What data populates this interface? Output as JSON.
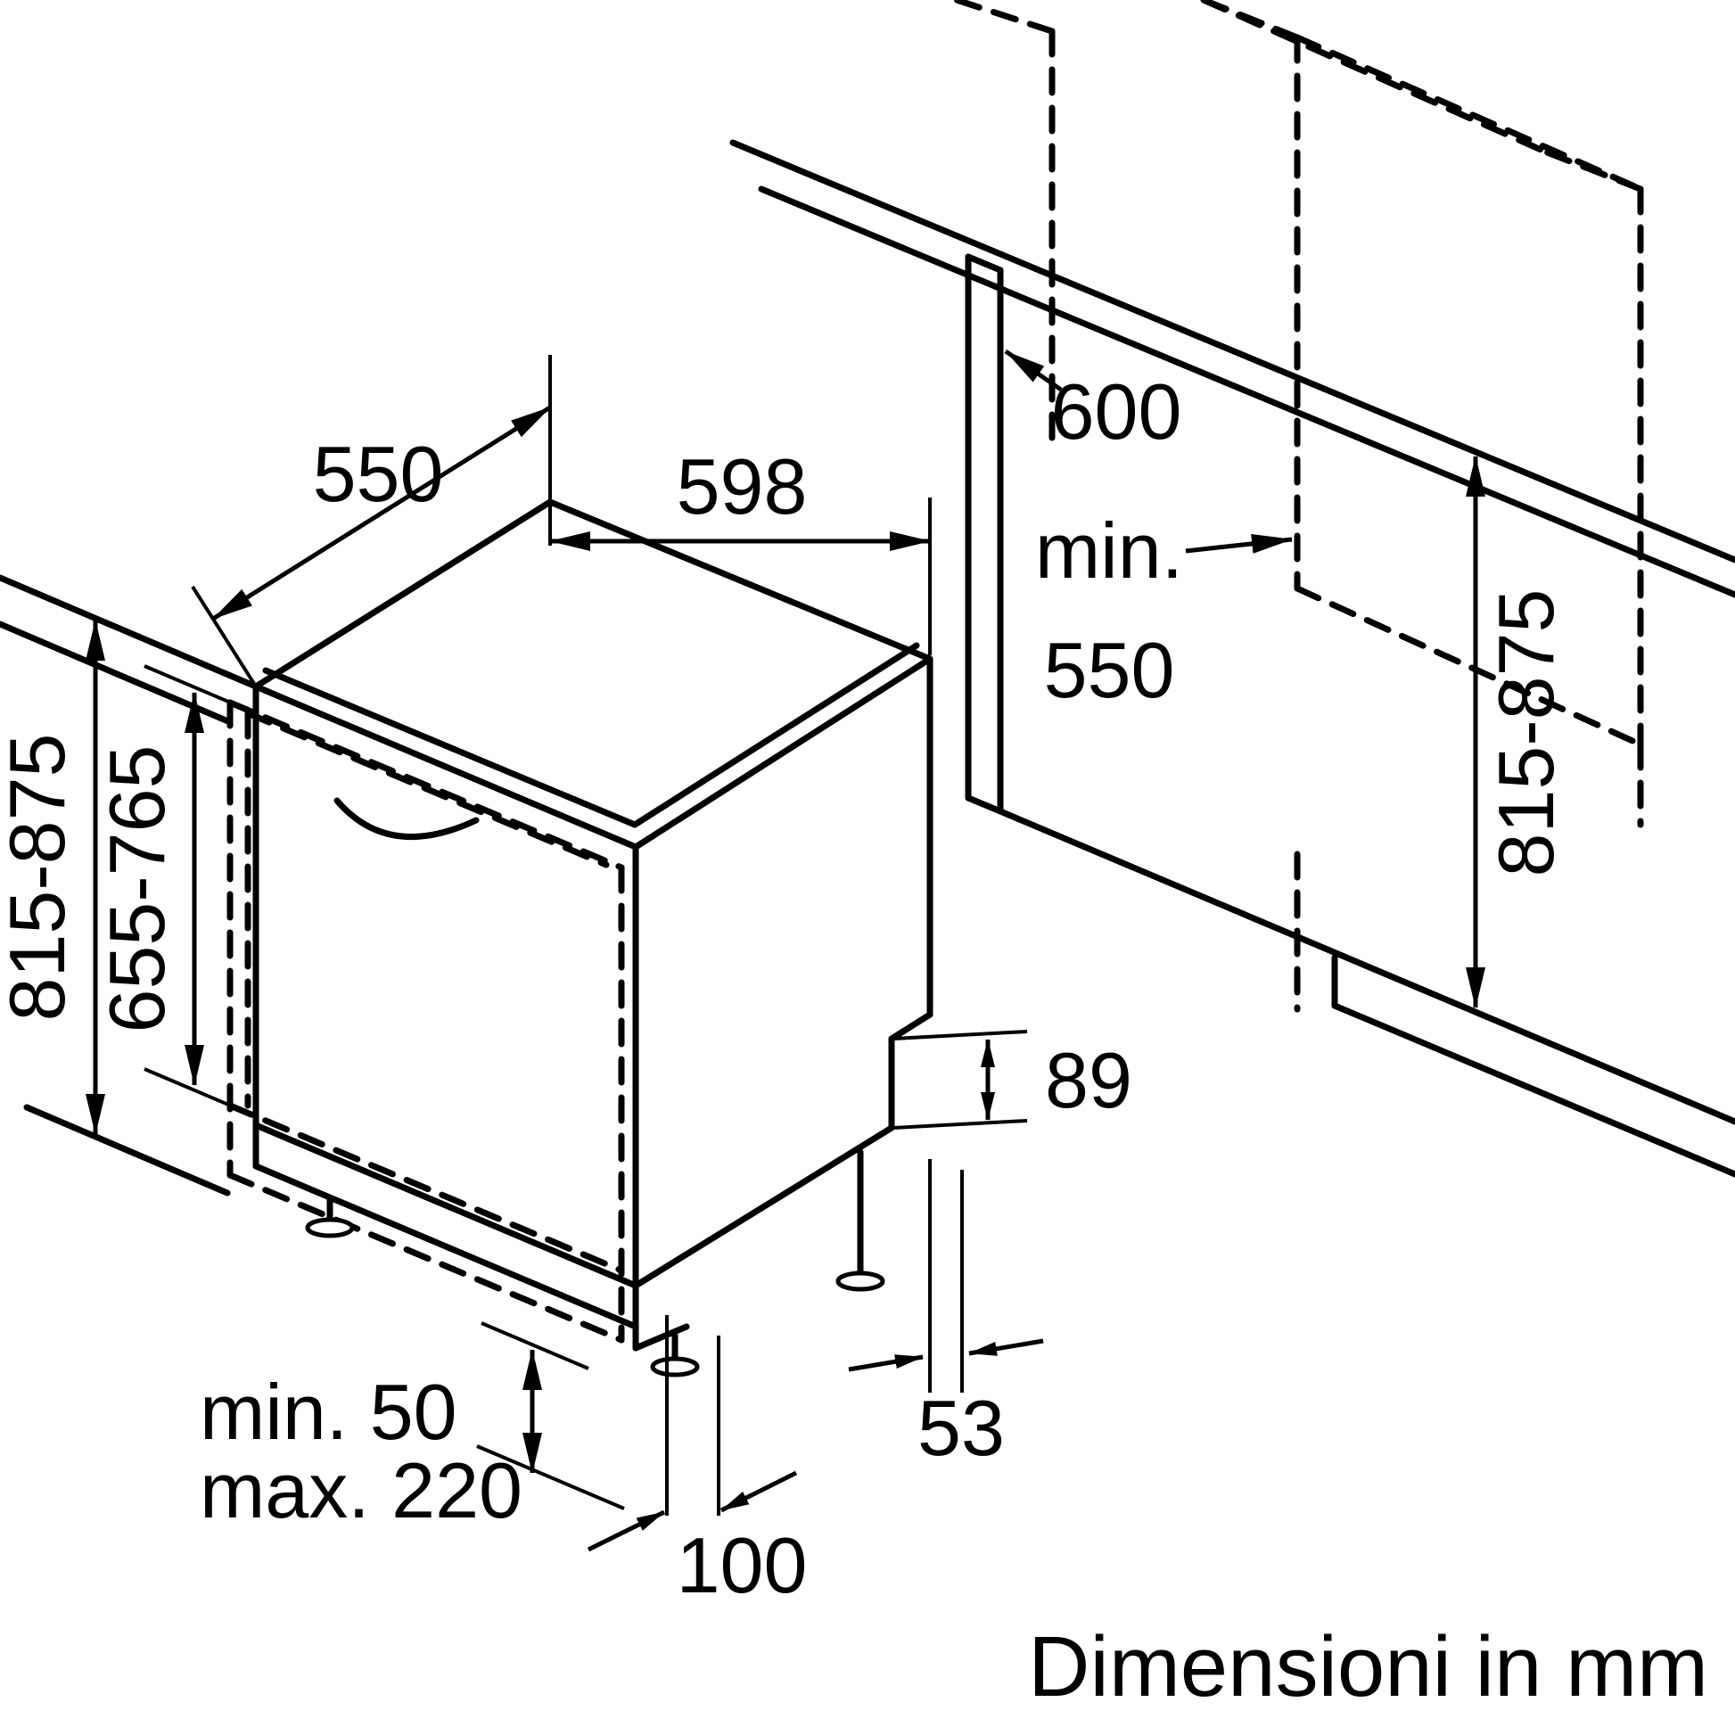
{
  "page": {
    "background_color": "#ffffff",
    "line_color": "#000000",
    "caption": "Dimensioni in mm"
  },
  "dimensions": {
    "appliance_depth": "550",
    "appliance_width": "598",
    "niche_width": "600",
    "niche_depth_prefix": "min.",
    "niche_depth_value": "550",
    "niche_height_left": "815-875",
    "niche_height_right": "815-875",
    "door_panel_height": "655-765",
    "rear_cutout_height": "89",
    "rear_foot_offset": "53",
    "front_foot_offset": "100",
    "plinth_min": "min. 50",
    "plinth_max": "max. 220"
  }
}
